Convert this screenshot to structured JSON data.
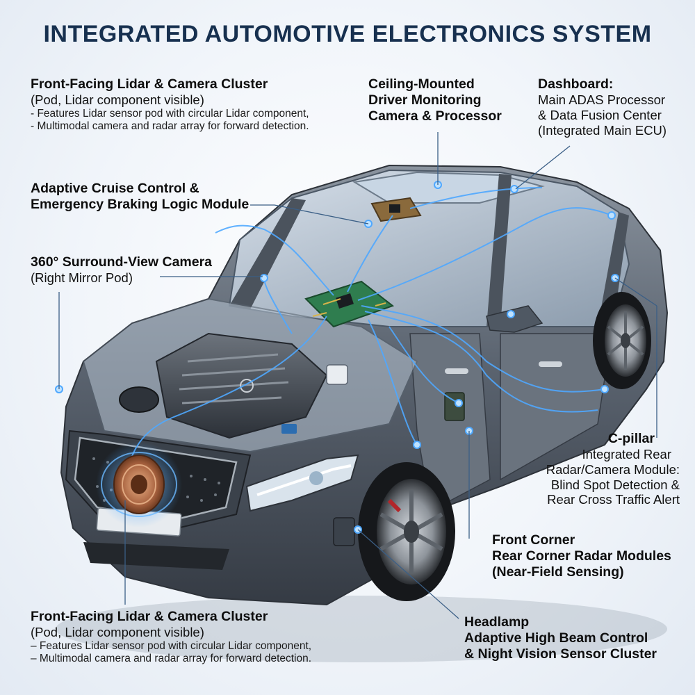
{
  "title": "INTEGRATED AUTOMOTIVE ELECTRONICS SYSTEM",
  "callouts": {
    "front_lidar_top": {
      "title": "Front-Facing Lidar & Camera Cluster",
      "subtitle": "(Pod, Lidar component visible)",
      "bullets": [
        "- Features Lidar sensor pod with circular Lidar component,",
        "- Multimodal camera and radar array for forward detection."
      ]
    },
    "driver_monitoring": {
      "lines": [
        "Ceiling-Mounted",
        "Driver Monitoring",
        "Camera & Processor"
      ]
    },
    "dashboard": {
      "title": "Dashboard:",
      "lines": [
        "Main ADAS Processor",
        "& Data Fusion Center",
        "(Integrated Main ECU)"
      ]
    },
    "acc_module": {
      "lines": [
        "Adaptive Cruise Control &",
        "Emergency Braking Logic Module"
      ]
    },
    "surround_camera": {
      "title": "360° Surround-View Camera",
      "subtitle": "(Right Mirror Pod)"
    },
    "c_pillar": {
      "title": "C-pillar",
      "lines": [
        "Integrated Rear",
        "Radar/Camera Module:",
        "Blind Spot Detection &",
        "Rear Cross Traffic Alert"
      ]
    },
    "corner_radar": {
      "title": "Front Corner",
      "lines": [
        "Rear Corner Radar Modules",
        "(Near-Field Sensing)"
      ]
    },
    "front_lidar_bottom": {
      "title": "Front-Facing Lidar & Camera Cluster",
      "subtitle": "(Pod, Lidar component visible)",
      "bullets": [
        "– Features Lidar sensor pod with circular Lidar component,",
        "– Multimodal camera and radar array for forward detection."
      ]
    },
    "headlamp": {
      "title": "Headlamp",
      "lines": [
        "Adaptive High Beam Control",
        "& Night Vision Sensor Cluster"
      ]
    }
  },
  "colors": {
    "title": "#17304f",
    "car_body": "#5b6470",
    "glass": "#a9b8c8",
    "glow": "#4fa8ff",
    "lidar": "#b8704a",
    "pcb": "#2f7d4f",
    "leader": "#3b5f86"
  }
}
